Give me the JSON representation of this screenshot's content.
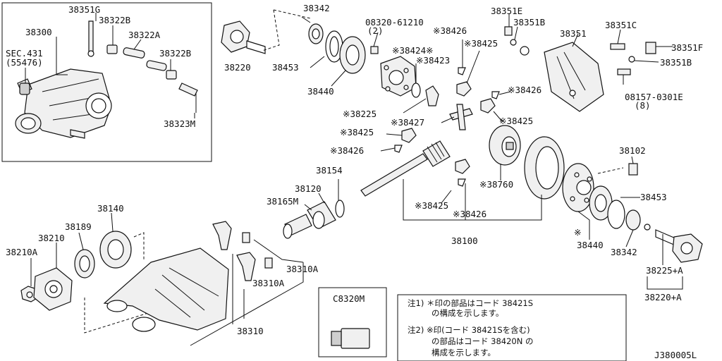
{
  "labels": [
    {
      "id": "l38351G",
      "text": "38351G"
    },
    {
      "id": "l38322B_a",
      "text": "38322B"
    },
    {
      "id": "l38300",
      "text": "38300"
    },
    {
      "id": "l38322A",
      "text": "38322A"
    },
    {
      "id": "lsec431",
      "text": "SEC.431"
    },
    {
      "id": "l55476",
      "text": "(55476)"
    },
    {
      "id": "l38322B_b",
      "text": "38322B"
    },
    {
      "id": "l38323M",
      "text": "38323M"
    },
    {
      "id": "l38342_a",
      "text": "38342"
    },
    {
      "id": "l08320",
      "text": "08320-61210"
    },
    {
      "id": "l2",
      "text": "(2)"
    },
    {
      "id": "l38351E",
      "text": "38351E"
    },
    {
      "id": "l38351B_a",
      "text": "38351B"
    },
    {
      "id": "l38351",
      "text": "38351"
    },
    {
      "id": "l38351C",
      "text": "38351C"
    },
    {
      "id": "l38351F",
      "text": "38351F"
    },
    {
      "id": "l38351B_b",
      "text": "38351B"
    },
    {
      "id": "l08157",
      "text": "08157-0301E"
    },
    {
      "id": "l8",
      "text": "(8)"
    },
    {
      "id": "l38220",
      "text": "38220"
    },
    {
      "id": "l38453_a",
      "text": "38453"
    },
    {
      "id": "l38440_a",
      "text": "38440"
    },
    {
      "id": "l38424",
      "text": "※38424"
    },
    {
      "id": "l38426_a",
      "text": "※38426"
    },
    {
      "id": "l38425_a",
      "text": "※38425"
    },
    {
      "id": "l38423",
      "text": "※38423"
    },
    {
      "id": "l38426_b",
      "text": "※38426"
    },
    {
      "id": "l38225",
      "text": "※38225"
    },
    {
      "id": "l38427",
      "text": "※38427"
    },
    {
      "id": "l38425_b",
      "text": "※38425"
    },
    {
      "id": "l38425_c",
      "text": "※38425"
    },
    {
      "id": "l38426_c",
      "text": "※38426"
    },
    {
      "id": "l38102",
      "text": "38102"
    },
    {
      "id": "l38154",
      "text": "38154"
    },
    {
      "id": "l38120",
      "text": "38120"
    },
    {
      "id": "l38165M",
      "text": "38165M"
    },
    {
      "id": "l38760",
      "text": "※38760"
    },
    {
      "id": "l38453_b",
      "text": "38453"
    },
    {
      "id": "l38425_d",
      "text": "※38425"
    },
    {
      "id": "l38426_d",
      "text": "※38426"
    },
    {
      "id": "l38100",
      "text": "38100"
    },
    {
      "id": "l38440_b",
      "text": "38440"
    },
    {
      "id": "l38342_b",
      "text": "38342"
    },
    {
      "id": "l38225A",
      "text": "38225+A"
    },
    {
      "id": "l38220A",
      "text": "38220+A"
    },
    {
      "id": "l38140",
      "text": "38140"
    },
    {
      "id": "l38189",
      "text": "38189"
    },
    {
      "id": "l38210",
      "text": "38210"
    },
    {
      "id": "l38210A",
      "text": "38210A"
    },
    {
      "id": "l38310A_a",
      "text": "38310A"
    },
    {
      "id": "l38310A_b",
      "text": "38310A"
    },
    {
      "id": "l38310",
      "text": "38310"
    },
    {
      "id": "lC8320M",
      "text": "C8320M"
    },
    {
      "id": "lstar_a",
      "text": "※"
    },
    {
      "id": "lstar_b",
      "text": "※"
    }
  ],
  "notes": {
    "n1a": "注1) ＊印の部品はコード 38421S",
    "n1b": "の構成を示します。",
    "n2a": "注2) ※印(コード 38421Sを含む)",
    "n2b": "の部品はコード 38420N の",
    "n2c": "構成を示します。"
  },
  "diagram_id": "J380005L"
}
